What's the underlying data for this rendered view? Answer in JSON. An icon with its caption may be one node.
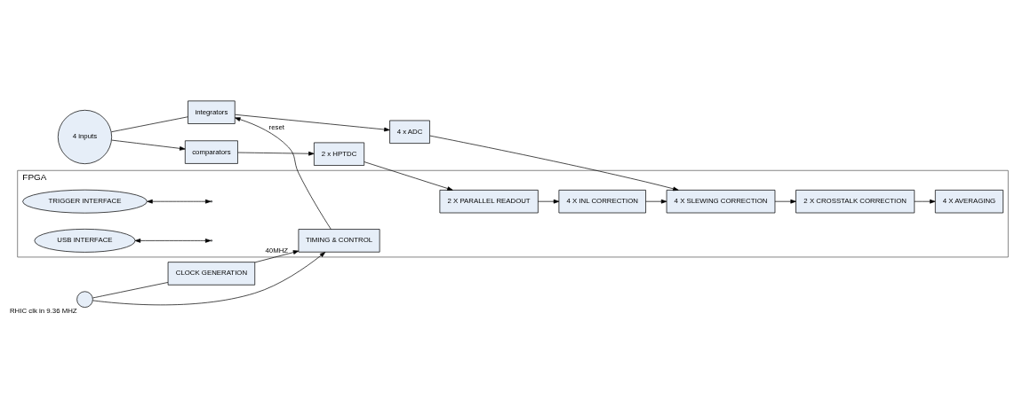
{
  "diagram": {
    "nodes": [
      {
        "text": [
          "4 inputs"
        ]
      },
      {
        "text": [
          "comparators"
        ]
      },
      {
        "text": [
          "2 x HPTDC"
        ]
      },
      {
        "text": [
          "FPGA"
        ]
      },
      {
        "text": [
          "2 X PARALLEL READOUT"
        ],
        "in": 3
      },
      {
        "text": [
          "4 X INL CORRECTION"
        ],
        "in": 3
      },
      {
        "text": [
          "integrators"
        ]
      },
      {
        "text": [
          "4 x ADC"
        ]
      },
      {
        "text": [
          "4 X SLEWING CORRECTION"
        ],
        "in": 3
      },
      {
        "text": [
          "2 X CROSSTALK CORRECTION"
        ],
        "in": 3
      },
      {
        "text": [
          "4 X AVERAGING"
        ],
        "in": 3
      },
      {
        "text": [
          "TIMING & CONTROL"
        ],
        "in": 3
      },
      {
        "text": [
          "TRIGGER INTERFACE"
        ],
        "in": 3
      },
      {
        "text": [
          "USB INTERFACE"
        ],
        "in": 3
      },
      {
        "text": [],
        "shape": "circle",
        "beside": [
          "RHIC clk in 9.36 MHZ"
        ]
      },
      {
        "text": [
          "CLOCK GENERATION"
        ]
      }
    ],
    "edges": [
      {
        "from": 0,
        "to": 1,
        "arrow": "to"
      },
      {
        "from": 0,
        "to": 6,
        "arrow": "none"
      },
      {
        "from": 1,
        "to": 2,
        "arrow": "to"
      },
      {
        "from": 2,
        "to": 4,
        "arrow": "to"
      },
      {
        "from": 4,
        "to": 5,
        "arrow": "to"
      },
      {
        "from": 5,
        "to": 8,
        "arrow": "to"
      },
      {
        "from": 6,
        "to": 7,
        "arrow": "to"
      },
      {
        "from": 7,
        "to": 8,
        "arrow": "to"
      },
      {
        "from": 8,
        "to": 9,
        "arrow": "to"
      },
      {
        "from": 9,
        "to": 10,
        "arrow": "to"
      },
      {
        "from": 11,
        "to": 6,
        "arrow": "to",
        "label": "reset"
      },
      {
        "from": 14,
        "to": 11,
        "arrow": "to"
      },
      {
        "from": 14,
        "to": 15,
        "arrow": "none"
      },
      {
        "from": 15,
        "to": 11,
        "arrow": "to",
        "label": "40MHZ"
      },
      {
        "from": 12,
        "to": null,
        "arrow": "both"
      },
      {
        "from": 13,
        "to": null,
        "arrow": "both"
      }
    ]
  }
}
